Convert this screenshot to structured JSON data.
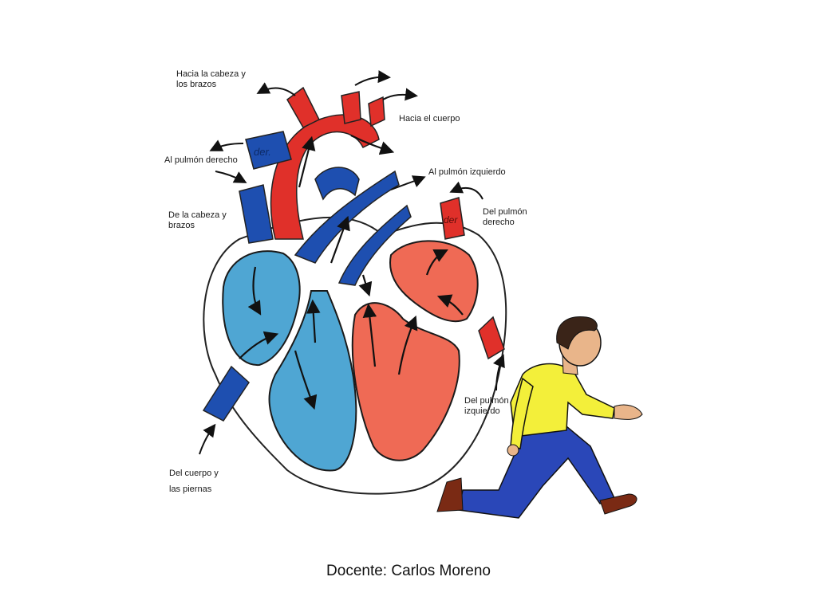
{
  "labels": {
    "head_arms_out": [
      "Hacia la cabeza y",
      "los brazos"
    ],
    "to_body": [
      "Hacia el cuerpo"
    ],
    "right_lung_out": [
      "Al pulmón derecho"
    ],
    "left_lung_out": [
      "Al pulmón izquierdo"
    ],
    "head_arms_in": [
      "De la cabeza y",
      "brazos"
    ],
    "right_lung_in": [
      "Del pulmón",
      "derecho"
    ],
    "left_lung_in": [
      "Del pulmón",
      "izquierdo"
    ],
    "body_legs_in": [
      "Del cuerpo y",
      "las piernas"
    ]
  },
  "vessel_tags": {
    "right_artery": "der.",
    "right_vein": "der"
  },
  "footer": "Docente: Carlos Moreno",
  "colors": {
    "deoxygenated": "#1e4fb0",
    "deoxygenated_light": "#4fa6d3",
    "oxygenated": "#e0302a",
    "oxygenated_light": "#ef6a55",
    "shirt": "#f3ef3a",
    "pants": "#2a47b8"
  }
}
